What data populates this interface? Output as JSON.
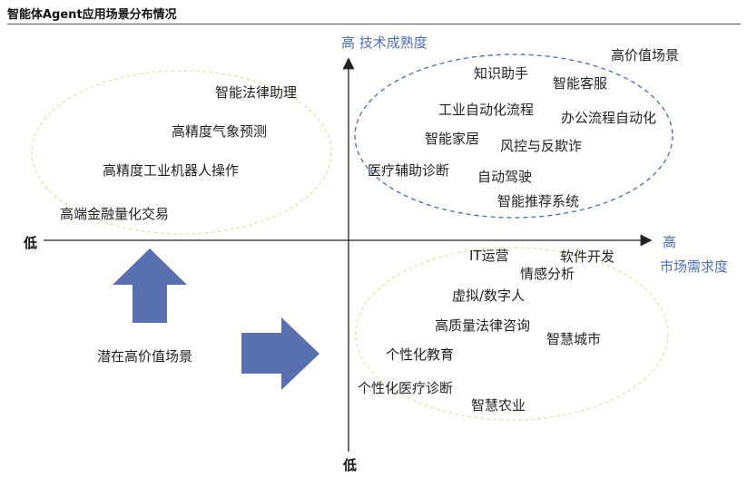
{
  "title": "智能体Agent应用场景分布情况",
  "axes": {
    "y_high": "高 技术成熟度",
    "y_low": "低",
    "x_high_line1": "高",
    "x_high_line2": "市场需求度",
    "x_low": "低"
  },
  "quadrants": {
    "top_left": [
      "智能法律助理",
      "高精度气象预测",
      "高精度工业机器人操作",
      "高端金融量化交易"
    ],
    "top_right": [
      "高价值场景",
      "知识助手",
      "智能客服",
      "工业自动化流程",
      "办公流程自动化",
      "智能家居",
      "风控与反欺诈",
      "医疗辅助诊断",
      "自动驾驶",
      "智能推荐系统"
    ],
    "bottom_right": [
      "IT运营",
      "软件开发",
      "情感分析",
      "虚拟/数字人",
      "高质量法律咨询",
      "智慧城市",
      "个性化教育",
      "个性化医疗诊断",
      "智慧农业"
    ]
  },
  "potential_label": "潜在高价值场景",
  "colors": {
    "axis": "#222222",
    "arrow_fill": "#5a6fb0",
    "dashed_blue": "#4a6ab0",
    "dashed_yellow": "#e8e2b0",
    "axis_text_blue": "#4a6fb5"
  }
}
